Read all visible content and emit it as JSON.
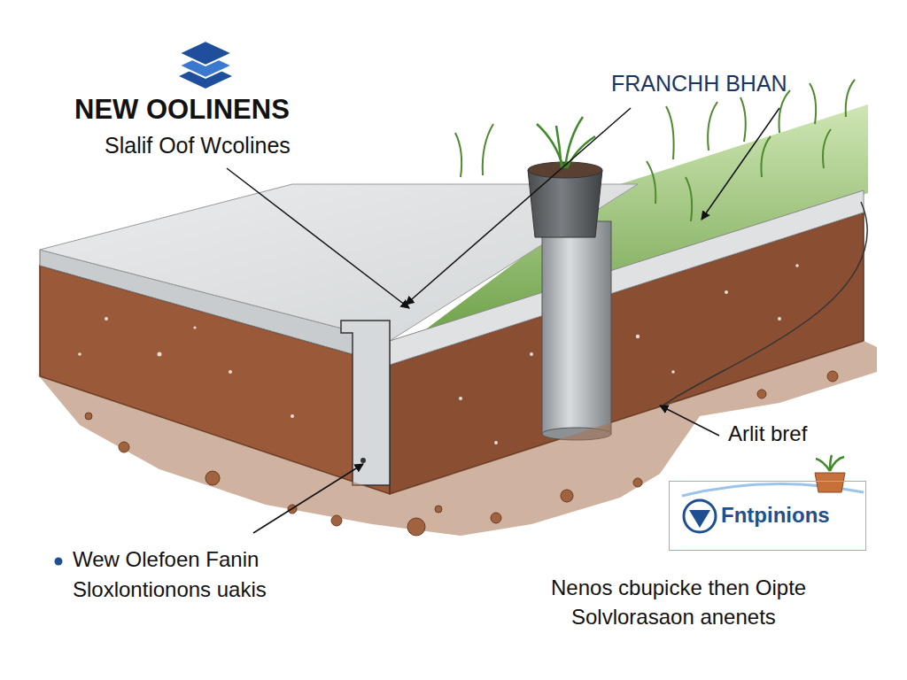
{
  "diagram": {
    "title": "NEW OOLINENS",
    "nodes": [
      {
        "text": [
          "Fntpinions"
        ]
      }
    ],
    "labels": [
      "Slalif Oof Wcolines",
      "FRANCHH BHAN",
      "Arlit bref",
      "Wew Olefoen Fanin",
      "Sloxlontionons uakis",
      "Nenos cbupicke then Oipte",
      "Solvlorasaon anenets"
    ]
  }
}
